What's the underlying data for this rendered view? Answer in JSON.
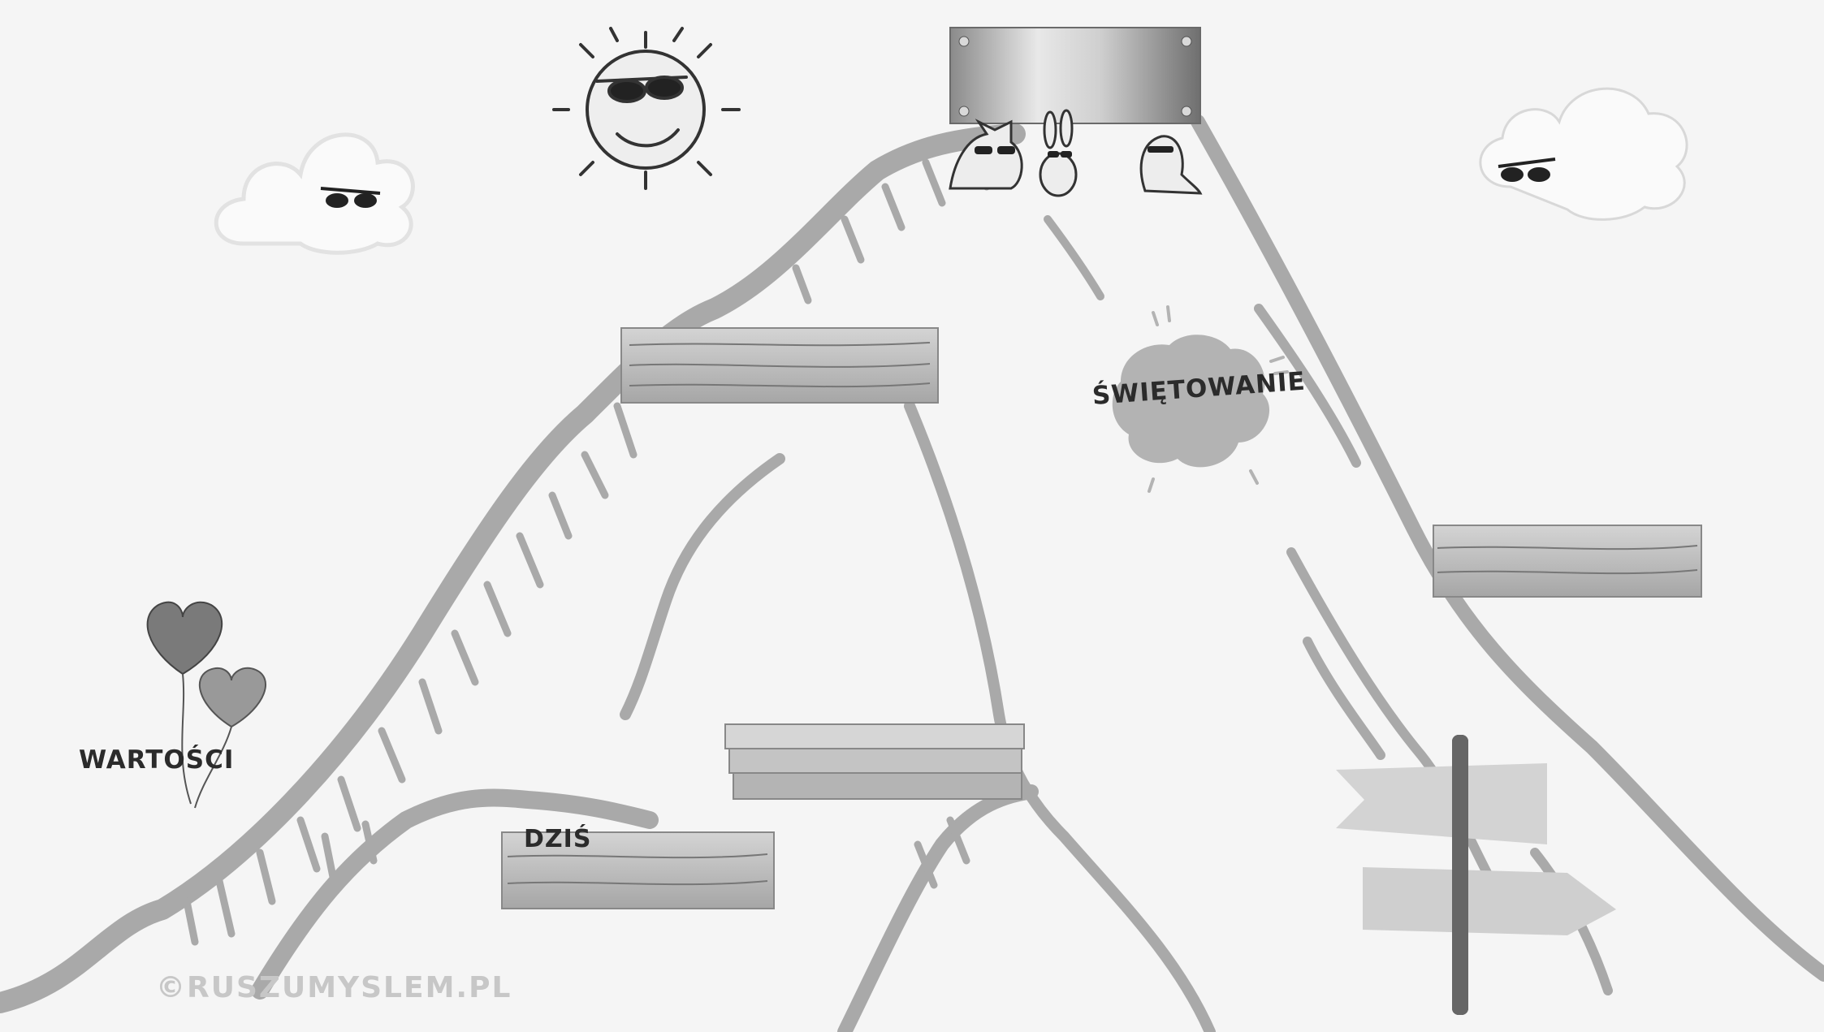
{
  "labels": {
    "wartosci": "WARTOŚCI",
    "dzis": "DZIŚ",
    "swietowanie": "ŚWIĘTOWANIE"
  },
  "watermark": "©RUSZUMYSLEM.PL",
  "colors": {
    "background": "#f5f5f5",
    "mountain": "#a9a9a9",
    "plank": "#bdbdbd",
    "text": "#2b2b2b"
  },
  "icons": [
    "sun-with-sunglasses-icon",
    "cloud-with-sunglasses-icon",
    "heart-balloons-icon",
    "signpost-icon",
    "metal-plate-icon",
    "cat-icon",
    "bunny-icon",
    "seal-icon"
  ]
}
